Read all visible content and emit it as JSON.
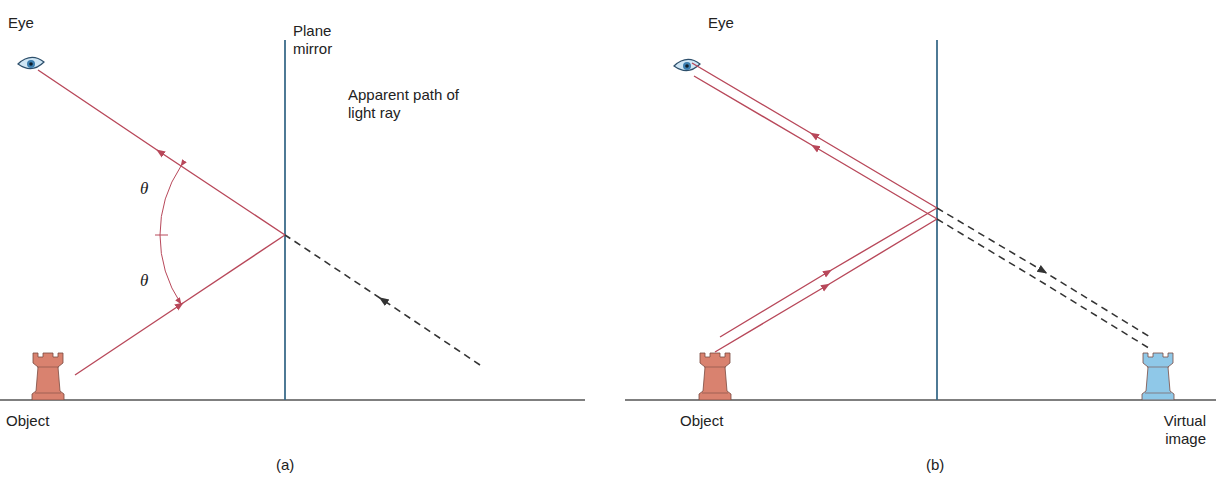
{
  "diagram": {
    "labels": [
      "Eye",
      "Plane mirror",
      "Apparent path of light ray",
      "θ",
      "θ",
      "Object",
      "(a)",
      "Eye",
      "Object",
      "Virtual image",
      "(b)"
    ]
  }
}
